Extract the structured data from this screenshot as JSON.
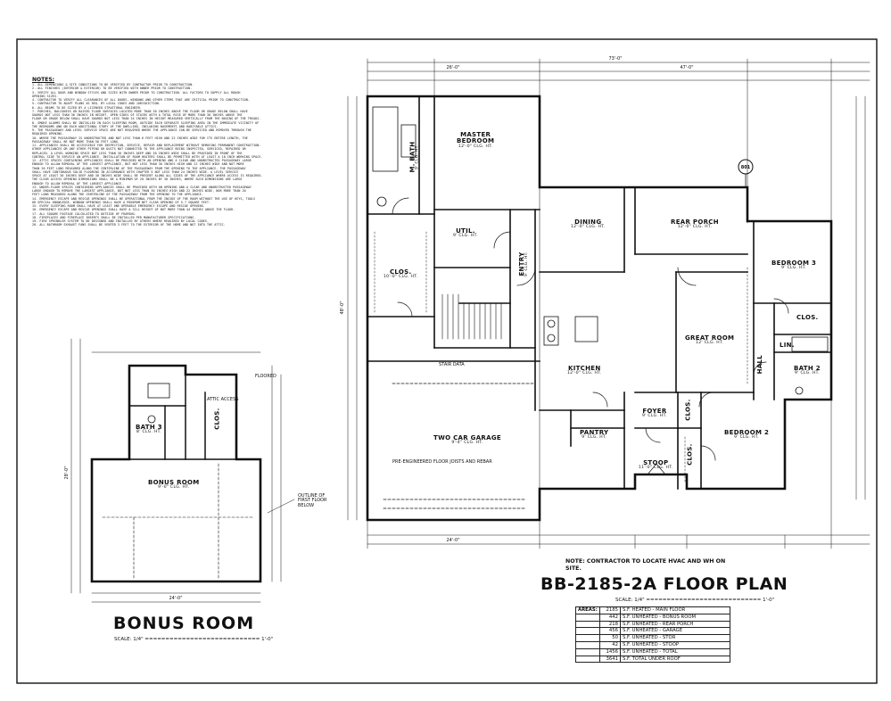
{
  "notes": {
    "heading": "NOTES:",
    "lines": [
      "1. ALL DIMENSIONS & SITE CONDITIONS TO BE VERIFIED BY CONTRACTOR PRIOR TO CONSTRUCTION.",
      "2. ALL FINISHES (INTERIOR & EXTERIOR) TO BE VERIFIED WITH OWNER PRIOR TO CONSTRUCTION.",
      "3. VERIFY ALL DOOR AND WINDOW STYLES AND SIZES WITH OWNER PRIOR TO CONSTRUCTION. ALL FACTORS TO SUPPLY ALL ROUGH",
      "   OPENING SIZES.",
      "4. CONTRACTOR TO VERIFY ALL CLEARANCES OF ALL DOORS, WINDOWS AND OTHER ITEMS THAT ARE CRITICAL PRIOR TO CONSTRUCTION.",
      "5. CONTRACTOR TO ADAPT PLANS AS REQ. BY LOCAL CODES AND JURISDICTION.",
      "6. ALL BEAMS TO BE SIZED BY A LICENSED STRUCTURAL ENGINEER.",
      "7. PORCHES, BALCONIES OR RAISED FLOOR SURFACES LOCATED MORE THAN 30 INCHES ABOVE THE FLOOR OR GRADE BELOW SHALL HAVE",
      "   GUARDS NOT LESS THAN 36 INCHES IN HEIGHT. OPEN SIDES OF STAIRS WITH A TOTAL RISE OF MORE THAN 30 INCHES ABOVE THE",
      "   FLOOR OR GRADE BELOW SHALL HAVE GUARDS NOT LESS THAN 34 INCHES IN HEIGHT MEASURED VERTICALLY FROM THE NOSING OF THE TREADS.",
      "8. SMOKE ALARMS SHALL BE INSTALLED IN EACH SLEEPING ROOM, OUTSIDE EACH SEPARATE SLEEPING AREA IN THE IMMEDIATE VICINITY OF",
      "   THE BEDROOMS AND ON EACH ADDITIONAL STORY OF THE DWELLING, INCLUDING BASEMENTS AND HABITABLE ATTICS.",
      "9. THE PASSAGEWAY AND LEVEL SERVICE SPACE ARE NOT REQUIRED WHERE THE APPLIANCE CAN BE SERVICED AND REMOVED THROUGH THE",
      "   REQUIRED OPENING.",
      "10. WHERE THE PASSAGEWAY IS UNOBSTRUCTED AND NOT LESS THAN 6 FEET HIGH AND 22 INCHES WIDE FOR ITS ENTIRE LENGTH, THE",
      "   PASSAGEWAY SHALL BE NOT MORE THAN 50 FEET LONG.",
      "11. APPLIANCES SHALL BE ACCESSIBLE FOR INSPECTION, SERVICE, REPAIR AND REPLACEMENT WITHOUT REMOVING PERMANENT CONSTRUCTION.",
      "   OTHER APPLIANCES OR ANY OTHER PIPING OR DUCTS NOT CONNECTED TO THE APPLIANCE BEING INSPECTED, SERVICED, REPAIRED OR",
      "   REPLACED. A LEVEL WORKING SPACE NOT LESS THAN 30 INCHES DEEP AND 30 INCHES WIDE SHALL BE PROVIDED IN FRONT OF THE",
      "   CONTROL SIDE TO SERVICE AN APPLIANCE. INSTALLATION OF ROOM HEATERS SHALL BE PERMITTED WITH AT LEAST A 18 INCH WORKING SPACE.",
      "12. ATTIC SPACES CONTAINING APPLIANCES SHALL BE PROVIDED WITH AN OPENING AND A CLEAR AND UNOBSTRUCTED PASSAGEWAY LARGE",
      "   ENOUGH TO ALLOW REMOVAL OF THE LARGEST APPLIANCE, BUT NOT LESS THAN 30 INCHES HIGH AND 22 INCHES WIDE AND NOT MORE",
      "   THAN 20 FEET LONG MEASURED ALONG THE CENTERLINE OF THE PASSAGEWAY FROM THE OPENING TO THE APPLIANCE. THE PASSAGEWAY",
      "   SHALL HAVE CONTINUOUS SOLID FLOORING IN ACCORDANCE WITH CHAPTER 5 NOT LESS THAN 24 INCHES WIDE. A LEVEL SERVICE",
      "   SPACE AT LEAST 30 INCHES DEEP AND 30 INCHES WIDE SHALL BE PRESENT ALONG ALL SIDES OF THE APPLIANCE WHERE ACCESS IS REQUIRED.",
      "   THE CLEAR ACCESS OPENING DIMENSIONS SHALL BE A MINIMUM OF 20 INCHES BY 30 INCHES, WHERE SUCH DIMENSIONS ARE LARGE",
      "   ENOUGH TO ALLOW REMOVAL OF THE LARGEST APPLIANCE.",
      "13. UNDER-FLOOR SPACES CONTAINING APPLIANCES SHALL BE PROVIDED WITH AN OPENING AND A CLEAR AND UNOBSTRUCTED PASSAGEWAY",
      "   LARGE ENOUGH TO REMOVE THE LARGEST APPLIANCE, BUT NOT LESS THAN 30 INCHES HIGH AND 22 INCHES WIDE, NOR MORE THAN 20",
      "   FEET LONG MEASURED ALONG THE CENTERLINE OF THE PASSAGEWAY FROM THE OPENING TO THE APPLIANCE.",
      "14. EMERGENCY ESCAPE AND RESCUE OPENINGS SHALL BE OPERATIONAL FROM THE INSIDE OF THE ROOM WITHOUT THE USE OF KEYS, TOOLS",
      "   OR SPECIAL KNOWLEDGE. WINDOW OPENINGS SHALL HAVE A MINIMUM NET CLEAR OPENING OF 5.7 SQUARE FEET.",
      "15. EVERY SLEEPING ROOM SHALL HAVE AT LEAST ONE OPERABLE EMERGENCY ESCAPE AND RESCUE OPENING.",
      "16. EMERGENCY ESCAPE AND RESCUE OPENINGS SHALL HAVE A SILL HEIGHT OF NOT MORE THAN 44 INCHES ABOVE THE FLOOR.",
      "17. ALL SQUARE FOOTAGE CALCULATED TO OUTSIDE OF FRAMING.",
      "18. FIREPLACES AND FIREPLACE INSERTS SHALL BE INSTALLED PER MANUFACTURER SPECIFICATIONS.",
      "19. FIRE SPRINKLER SYSTEM TO BE DESIGNED AND INSTALLED BY OTHERS WHERE REQUIRED BY LOCAL CODES.",
      "20. ALL BATHROOM EXHAUST FANS SHALL BE VENTED 3 FEET TO THE EXTERIOR OF THE HOME AND NOT INTO THE ATTIC."
    ]
  },
  "rooms": {
    "master_bedroom": {
      "name": "MASTER\nBEDROOM",
      "sub": "12'-0\" CLG. HT."
    },
    "m_bath": {
      "name": "M. BATH",
      "sub": "9' CLG. HT."
    },
    "clos_master": {
      "name": "CLOS.",
      "sub": "10'-0\" CLG. HT."
    },
    "util": {
      "name": "UTIL.",
      "sub": "9' CLG. HT."
    },
    "entry": {
      "name": "ENTRY",
      "sub": "9' CLG. HT."
    },
    "dining": {
      "name": "DINING",
      "sub": "12'-0\" CLG. HT."
    },
    "rear_porch": {
      "name": "REAR PORCH",
      "sub": "12'-0\" CLG. HT."
    },
    "bedroom3": {
      "name": "BEDROOM 3",
      "sub": "9' CLG. HT."
    },
    "clos_b3": {
      "name": "CLOS.",
      "sub": ""
    },
    "lin": {
      "name": "LIN.",
      "sub": ""
    },
    "hall": {
      "name": "HALL",
      "sub": ""
    },
    "bath2": {
      "name": "BATH 2",
      "sub": "9' CLG. HT."
    },
    "kitchen": {
      "name": "KITCHEN",
      "sub": "12'-0\" CLG. HT."
    },
    "great_room": {
      "name": "GREAT ROOM",
      "sub": "12' CLG. HT."
    },
    "foyer": {
      "name": "FOYER",
      "sub": "9' CLG. HT."
    },
    "clos_foyer": {
      "name": "CLOS.",
      "sub": ""
    },
    "pantry": {
      "name": "PANTRY",
      "sub": "9' CLG. HT."
    },
    "stoop": {
      "name": "STOOP",
      "sub": "11'-0\" CLG. HT."
    },
    "clos_b2": {
      "name": "CLOS.",
      "sub": ""
    },
    "bedroom2": {
      "name": "BEDROOM 2",
      "sub": "9' CLG. HT."
    },
    "garage": {
      "name": "TWO CAR GARAGE",
      "sub": "9'-4\" CLG. HT."
    },
    "bath3": {
      "name": "BATH 3",
      "sub": "8' CLG. HT."
    },
    "clos_bonus": {
      "name": "CLOS.",
      "sub": ""
    },
    "bonus": {
      "name": "BONUS ROOM",
      "sub": "9'-0\" CLG. HT."
    }
  },
  "main_plan": {
    "title": "BB-2185-2A FLOOR PLAN",
    "scale": "SCALE: 1/4\" ============================ 1'-0\"",
    "note": "NOTE: CONTRACTOR TO LOCATE HVAC AND WH ON SITE."
  },
  "bonus_plan": {
    "title": "BONUS ROOM",
    "scale": "SCALE: 1/4\" ============================ 1'-0\""
  },
  "areas": {
    "label": "AREAS:",
    "rows": [
      {
        "value": "2185",
        "desc": "S.F. HEATED - MAIN FLOOR"
      },
      {
        "value": "442",
        "desc": "S.F. UNHEATED - BONUS ROOM"
      },
      {
        "value": "218",
        "desc": "S.F. UNHEATED - REAR PORCH"
      },
      {
        "value": "456",
        "desc": "S.F. UNHEATED - GARAGE"
      },
      {
        "value": "50",
        "desc": "S.F. UNHEATED - STOR"
      },
      {
        "value": "42",
        "desc": "S.F. UNHEATED - STOOP"
      },
      {
        "value": "1456",
        "desc": "S.F. UNHEATED - TOTAL"
      },
      {
        "value": "3641",
        "desc": "S.F. TOTAL UNDER ROOF"
      }
    ]
  },
  "dimensions": {
    "overall_width": "73'-0\"",
    "left_block": "26'-0\"",
    "right_block": "47'-0\"",
    "garage_width": "24'-0\"",
    "bonus_width": "24'-0\"",
    "depth": "48'-0\"",
    "bonus_depth": "28'-0\""
  },
  "callouts": {
    "bubble": "801",
    "garage_note": "PRE-ENGINEERED FLOOR JOISTS AND REBAR",
    "stair": "STAIR DATA",
    "bonus_outline": "OUTLINE OF FIRST FLOOR BELOW",
    "attic_access": "ATTIC ACCESS",
    "flooring": "FLOORED"
  }
}
